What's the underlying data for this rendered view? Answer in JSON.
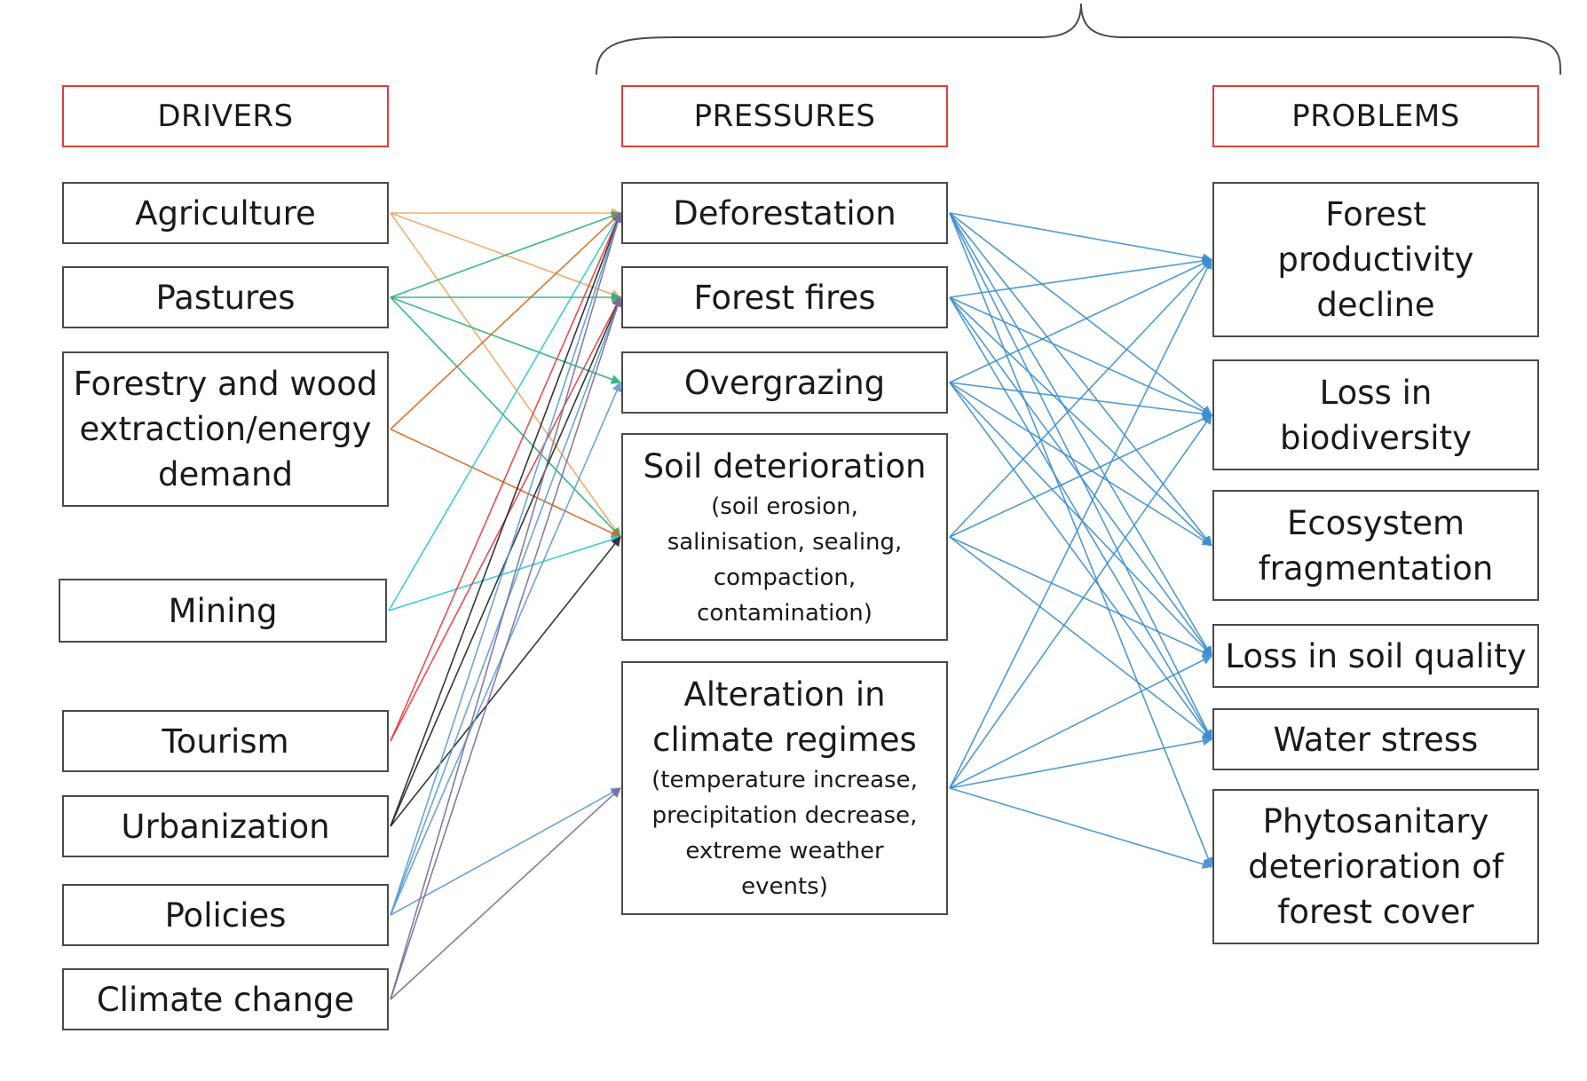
{
  "headers": {
    "drivers": "DRIVERS",
    "pressures": "PRESSURES",
    "problems": "PROBLEMS"
  },
  "drivers": [
    {
      "id": "agriculture",
      "label": "Agriculture"
    },
    {
      "id": "pastures",
      "label": "Pastures"
    },
    {
      "id": "forestry",
      "lines": [
        "Forestry and wood",
        "extraction/energy",
        "demand"
      ]
    },
    {
      "id": "mining",
      "label": "Mining"
    },
    {
      "id": "tourism",
      "label": "Tourism"
    },
    {
      "id": "urbanization",
      "label": "Urbanization"
    },
    {
      "id": "policies",
      "label": "Policies"
    },
    {
      "id": "climate-change",
      "label": "Climate change"
    }
  ],
  "pressures": [
    {
      "id": "deforestation",
      "label": "Deforestation"
    },
    {
      "id": "forest-fires",
      "label": "Forest fires"
    },
    {
      "id": "overgrazing",
      "label": "Overgrazing"
    },
    {
      "id": "soil-deterioration",
      "label": "Soil deterioration",
      "detail": [
        "(soil erosion,",
        "salinisation, sealing,",
        "compaction,",
        "contamination)"
      ]
    },
    {
      "id": "climate-alteration",
      "lines": [
        "Alteration in",
        "climate regimes"
      ],
      "detail": [
        "(temperature increase,",
        "precipitation decrease,",
        "extreme weather",
        "events)"
      ]
    }
  ],
  "problems": [
    {
      "id": "productivity-decline",
      "lines": [
        "Forest",
        "productivity",
        "decline"
      ]
    },
    {
      "id": "biodiversity-loss",
      "lines": [
        "Loss in",
        "biodiversity"
      ]
    },
    {
      "id": "fragmentation",
      "lines": [
        "Ecosystem",
        "fragmentation"
      ]
    },
    {
      "id": "soil-quality-loss",
      "label": "Loss in soil quality"
    },
    {
      "id": "water-stress",
      "label": "Water stress"
    },
    {
      "id": "phytosanitary",
      "lines": [
        "Phytosanitary",
        "deterioration of",
        "forest cover"
      ]
    }
  ],
  "colors": {
    "header_border": "#e23b3b",
    "box_border": "#4a4a4a",
    "pressure_to_problem": "#3b8fd1"
  },
  "driver_links": [
    {
      "from": "agriculture",
      "to": "deforestation",
      "color": "#f4a460"
    },
    {
      "from": "agriculture",
      "to": "forest-fires",
      "color": "#f4a460"
    },
    {
      "from": "agriculture",
      "to": "soil-deterioration",
      "color": "#f4a460"
    },
    {
      "from": "pastures",
      "to": "deforestation",
      "color": "#22b07d"
    },
    {
      "from": "pastures",
      "to": "forest-fires",
      "color": "#22b07d"
    },
    {
      "from": "pastures",
      "to": "overgrazing",
      "color": "#22b07d"
    },
    {
      "from": "pastures",
      "to": "soil-deterioration",
      "color": "#22b07d"
    },
    {
      "from": "forestry",
      "to": "deforestation",
      "color": "#d2691e"
    },
    {
      "from": "forestry",
      "to": "soil-deterioration",
      "color": "#d2691e"
    },
    {
      "from": "mining",
      "to": "deforestation",
      "color": "#2ec4d6"
    },
    {
      "from": "mining",
      "to": "soil-deterioration",
      "color": "#2ec4d6"
    },
    {
      "from": "tourism",
      "to": "deforestation",
      "color": "#e83a3a"
    },
    {
      "from": "tourism",
      "to": "forest-fires",
      "color": "#e83a3a"
    },
    {
      "from": "urbanization",
      "to": "deforestation",
      "color": "#222222"
    },
    {
      "from": "urbanization",
      "to": "forest-fires",
      "color": "#222222"
    },
    {
      "from": "urbanization",
      "to": "soil-deterioration",
      "color": "#222222"
    },
    {
      "from": "policies",
      "to": "deforestation",
      "color": "#5b9bd5"
    },
    {
      "from": "policies",
      "to": "forest-fires",
      "color": "#5b9bd5"
    },
    {
      "from": "policies",
      "to": "overgrazing",
      "color": "#5b9bd5"
    },
    {
      "from": "policies",
      "to": "climate-alteration",
      "color": "#5b9bd5"
    },
    {
      "from": "climate-change",
      "to": "deforestation",
      "color": "#7a6d9a"
    },
    {
      "from": "climate-change",
      "to": "forest-fires",
      "color": "#7a6d9a"
    },
    {
      "from": "climate-change",
      "to": "climate-alteration",
      "color": "#7a6d9a"
    }
  ],
  "pressure_links": [
    {
      "from": "deforestation",
      "to": "productivity-decline"
    },
    {
      "from": "deforestation",
      "to": "biodiversity-loss"
    },
    {
      "from": "deforestation",
      "to": "fragmentation"
    },
    {
      "from": "deforestation",
      "to": "soil-quality-loss"
    },
    {
      "from": "deforestation",
      "to": "water-stress"
    },
    {
      "from": "deforestation",
      "to": "phytosanitary"
    },
    {
      "from": "forest-fires",
      "to": "productivity-decline"
    },
    {
      "from": "forest-fires",
      "to": "biodiversity-loss"
    },
    {
      "from": "forest-fires",
      "to": "fragmentation"
    },
    {
      "from": "forest-fires",
      "to": "soil-quality-loss"
    },
    {
      "from": "forest-fires",
      "to": "water-stress"
    },
    {
      "from": "overgrazing",
      "to": "productivity-decline"
    },
    {
      "from": "overgrazing",
      "to": "biodiversity-loss"
    },
    {
      "from": "overgrazing",
      "to": "fragmentation"
    },
    {
      "from": "overgrazing",
      "to": "soil-quality-loss"
    },
    {
      "from": "overgrazing",
      "to": "water-stress"
    },
    {
      "from": "soil-deterioration",
      "to": "productivity-decline"
    },
    {
      "from": "soil-deterioration",
      "to": "biodiversity-loss"
    },
    {
      "from": "soil-deterioration",
      "to": "soil-quality-loss"
    },
    {
      "from": "soil-deterioration",
      "to": "water-stress"
    },
    {
      "from": "climate-alteration",
      "to": "productivity-decline"
    },
    {
      "from": "climate-alteration",
      "to": "biodiversity-loss"
    },
    {
      "from": "climate-alteration",
      "to": "soil-quality-loss"
    },
    {
      "from": "climate-alteration",
      "to": "water-stress"
    },
    {
      "from": "climate-alteration",
      "to": "phytosanitary"
    }
  ]
}
